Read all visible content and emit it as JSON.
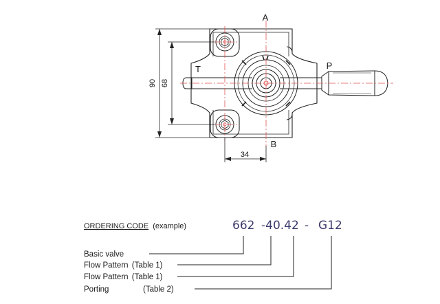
{
  "diagram": {
    "port_labels": {
      "top": "A",
      "bottom": "B",
      "left": "T",
      "right": "P"
    },
    "dimensions": {
      "height_outer": "90",
      "height_inner": "68",
      "width_offset": "34"
    }
  },
  "ordering": {
    "heading": "ORDERING  CODE",
    "heading_note": "(example)",
    "code_parts": {
      "p1": "662",
      "p2": "-40.42",
      "p3": "-",
      "p4": "G12"
    },
    "rows": [
      {
        "label": "Basic valve",
        "note": ""
      },
      {
        "label": "Flow Pattern",
        "note": "(Table 1)"
      },
      {
        "label": "Flow Pattern",
        "note": "(Table 1)"
      },
      {
        "label": "Porting",
        "note": "(Table 2)"
      }
    ]
  },
  "colors": {
    "outline": "#222222",
    "centerline": "#e05050",
    "code_text": "#3c3c6e"
  }
}
